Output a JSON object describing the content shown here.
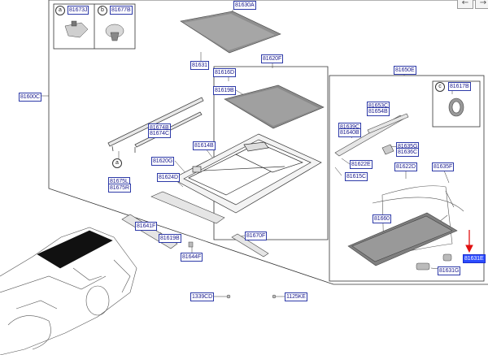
{
  "nav": {
    "prev": "←",
    "next": "→"
  },
  "callouts": {
    "a": "a",
    "b": "b",
    "c": "c"
  },
  "labels": {
    "p81600C": "81600C",
    "p81630A": "81630A",
    "p81631": "81631",
    "p81620F": "81620F",
    "p81616D": "81616D",
    "p81619B": "81619B",
    "p81650E": "81650E",
    "p81673J": "81673J",
    "p81677B": "81677B",
    "p81617B": "81617B",
    "p81674B": "81674B",
    "p81674C": "81674C",
    "p81675L": "81675L",
    "p81675R": "81675R",
    "p81614B": "81614B",
    "p81620G": "81620G",
    "p81624D": "81624D",
    "p81641F": "81641F",
    "p81619B2": "81619B",
    "p81644F": "81644F",
    "p81670F": "81670F",
    "p81653C": "81653C",
    "p81654B": "81654B",
    "p81639C": "81639C",
    "p81640B": "81640B",
    "p81635G": "81635G",
    "p81636C": "81636C",
    "p81622E": "81622E",
    "p81615C": "81615C",
    "p81622D": "81622D",
    "p81635F": "81635F",
    "p81660": "81660",
    "p81631E": "81631E",
    "p81631G": "81631G",
    "p1339CD": "1339CD",
    "p1125KE": "1125KE"
  },
  "colors": {
    "label_text": "#1a1a8c",
    "label_border": "#2d3aa8",
    "highlight": "#2b4bff",
    "arrow": "#e01010",
    "glass": "#8a8a8a"
  }
}
